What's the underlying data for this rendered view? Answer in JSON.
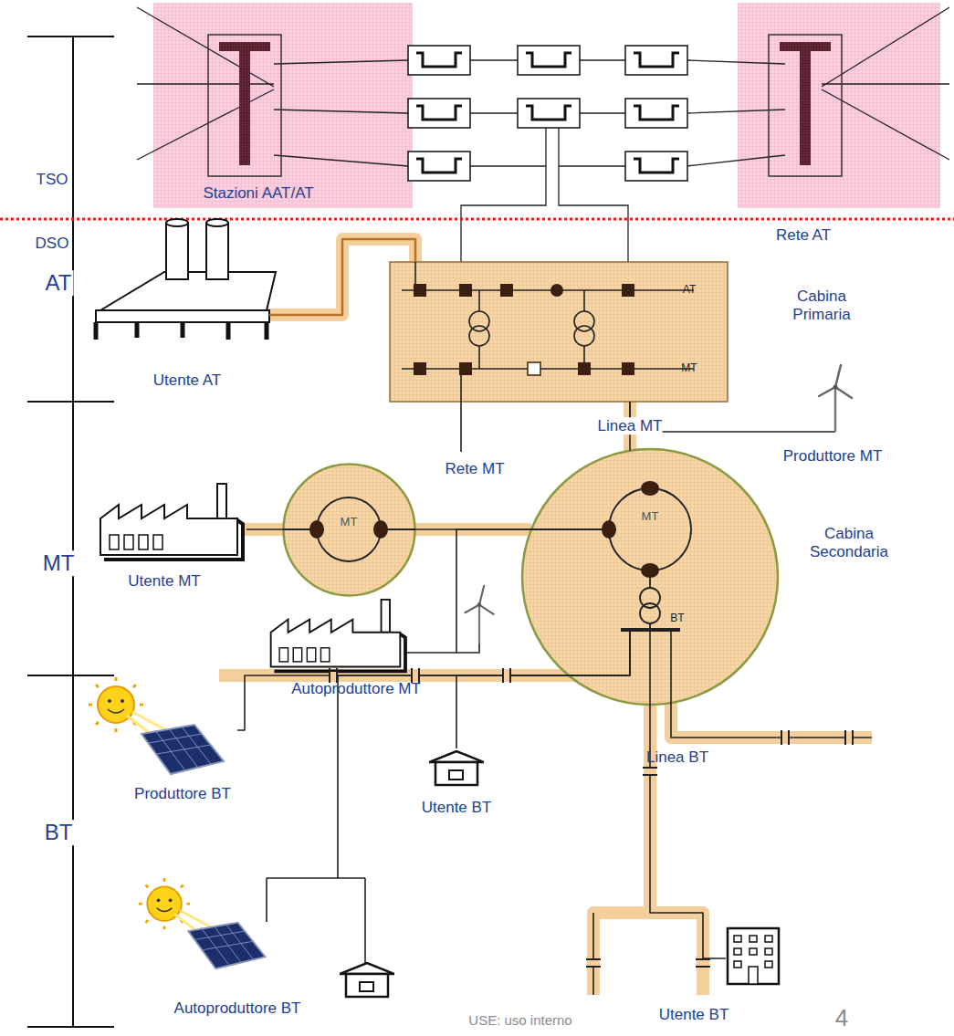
{
  "diagram": {
    "nodes": [
      {
        "text": [
          "Stazioni AAT/AT"
        ]
      },
      {
        "text": [
          "AT",
          "MT",
          "Cabina Primaria"
        ]
      },
      {
        "text": [
          "Utente AT"
        ]
      },
      {
        "text": [
          "Produttore MT"
        ]
      },
      {
        "text": [
          "MT",
          "BT",
          "Cabina Secondaria"
        ]
      },
      {
        "text": [
          "MT"
        ]
      },
      {
        "text": [
          "Utente MT"
        ]
      },
      {
        "text": [
          "Autoproduttore MT"
        ]
      },
      {
        "text": [
          "Produttore BT"
        ]
      },
      {
        "text": [
          "Utente BT"
        ]
      },
      {
        "text": [
          "Autoproduttore BT"
        ]
      },
      {
        "text": [
          "Utente BT"
        ]
      }
    ],
    "edges": [
      {
        "from": 2,
        "to": 1,
        "arrow": "none"
      },
      {
        "from": 1,
        "to": 4,
        "label": "Linea MT",
        "arrow": "none"
      },
      {
        "from": 1,
        "to": 3,
        "arrow": "none"
      },
      {
        "from": 5,
        "to": 4,
        "arrow": "none"
      },
      {
        "from": 6,
        "to": 5,
        "arrow": "none"
      },
      {
        "from": 4,
        "to": 7,
        "arrow": "none"
      },
      {
        "from": 4,
        "to": 8,
        "arrow": "none"
      },
      {
        "from": 4,
        "to": 9,
        "arrow": "none"
      },
      {
        "from": 4,
        "to": 10,
        "arrow": "none"
      },
      {
        "from": 4,
        "to": 11,
        "arrow": "none"
      }
    ],
    "labels": [
      "TSO",
      "DSO",
      "AT",
      "MT",
      "BT",
      "Rete AT",
      "Rete MT",
      "Linea BT",
      "USE: uso interno",
      "4"
    ]
  }
}
